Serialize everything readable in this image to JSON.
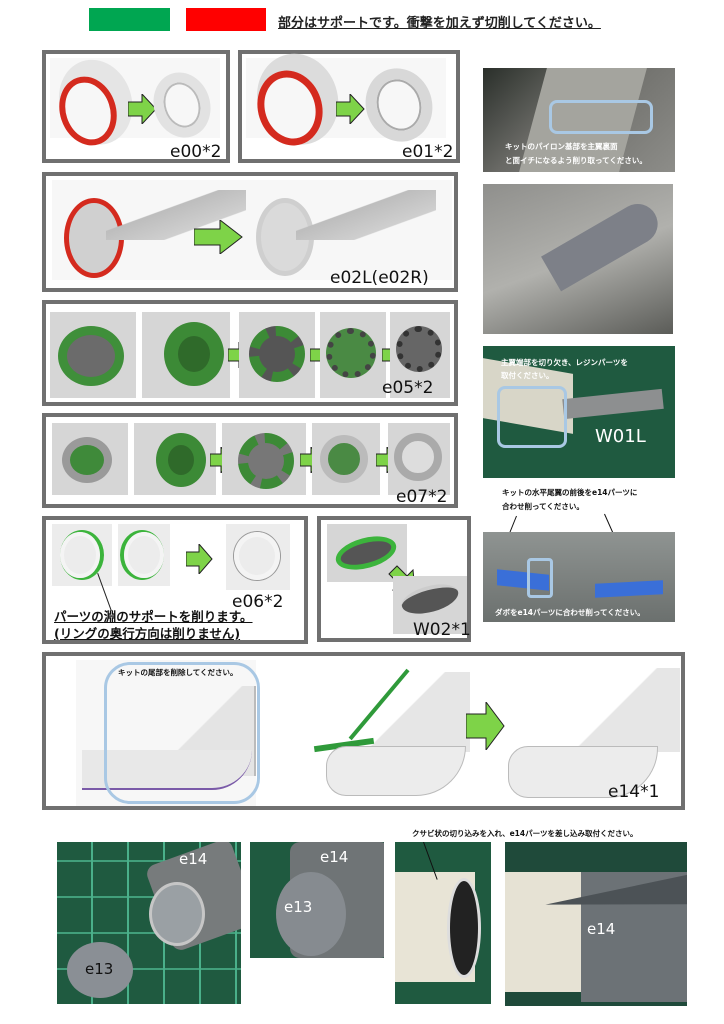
{
  "legend": {
    "support_colors": [
      "#00a651",
      "#ff0000"
    ],
    "instruction": "部分はサポートです。衝撃を加えず切削してください。"
  },
  "panels": [
    {
      "id": "e00",
      "label": "e00*2"
    },
    {
      "id": "e01",
      "label": "e01*2"
    },
    {
      "id": "e02",
      "label": "e02L(e02R)"
    },
    {
      "id": "e05",
      "label": "e05*2"
    },
    {
      "id": "e07",
      "label": "e07*2"
    },
    {
      "id": "e06",
      "label": "e06*2",
      "note_line1": "パーツの淵のサポートを削ります。",
      "note_line2": "(リングの奥行方向は削りません)"
    },
    {
      "id": "W02",
      "label": "W02*1"
    },
    {
      "id": "e14",
      "label": "e14*1",
      "callout": "キットの尾部を削除してください。"
    }
  ],
  "photos": {
    "pylon": {
      "caption_line1": "キットのパイロン基部を主翼裏面",
      "caption_line2": "と面イチになるよう削り取ってください。"
    },
    "wing": {
      "caption_line1": "主翼端部を切り欠き、レジンパーツを",
      "caption_line2": "取付ください。",
      "label": "W01L"
    },
    "stabilizer": {
      "caption_line1": "キットの水平尾翼の前後をe14パーツに",
      "caption_line2": "合わせ削ってください。",
      "bottom_caption": "ダボをe14パーツに合わせ削ってください。"
    },
    "tail_cone": {
      "label_e14_a": "e14",
      "label_e13_a": "e13",
      "label_e14_b": "e14",
      "label_e13_b": "e13"
    },
    "wedge": {
      "caption": "クサビ状の切り込みを入れ、e14パーツを差し込み取付ください。",
      "label": "e14"
    }
  },
  "colors": {
    "panel_border": "#707070",
    "arrow_green": "#7ed348",
    "support_green": "#3c9a3c",
    "support_red": "#d42a1e",
    "highlight_blue": "#a9c8e4",
    "mat_green": "#1f5a40"
  }
}
